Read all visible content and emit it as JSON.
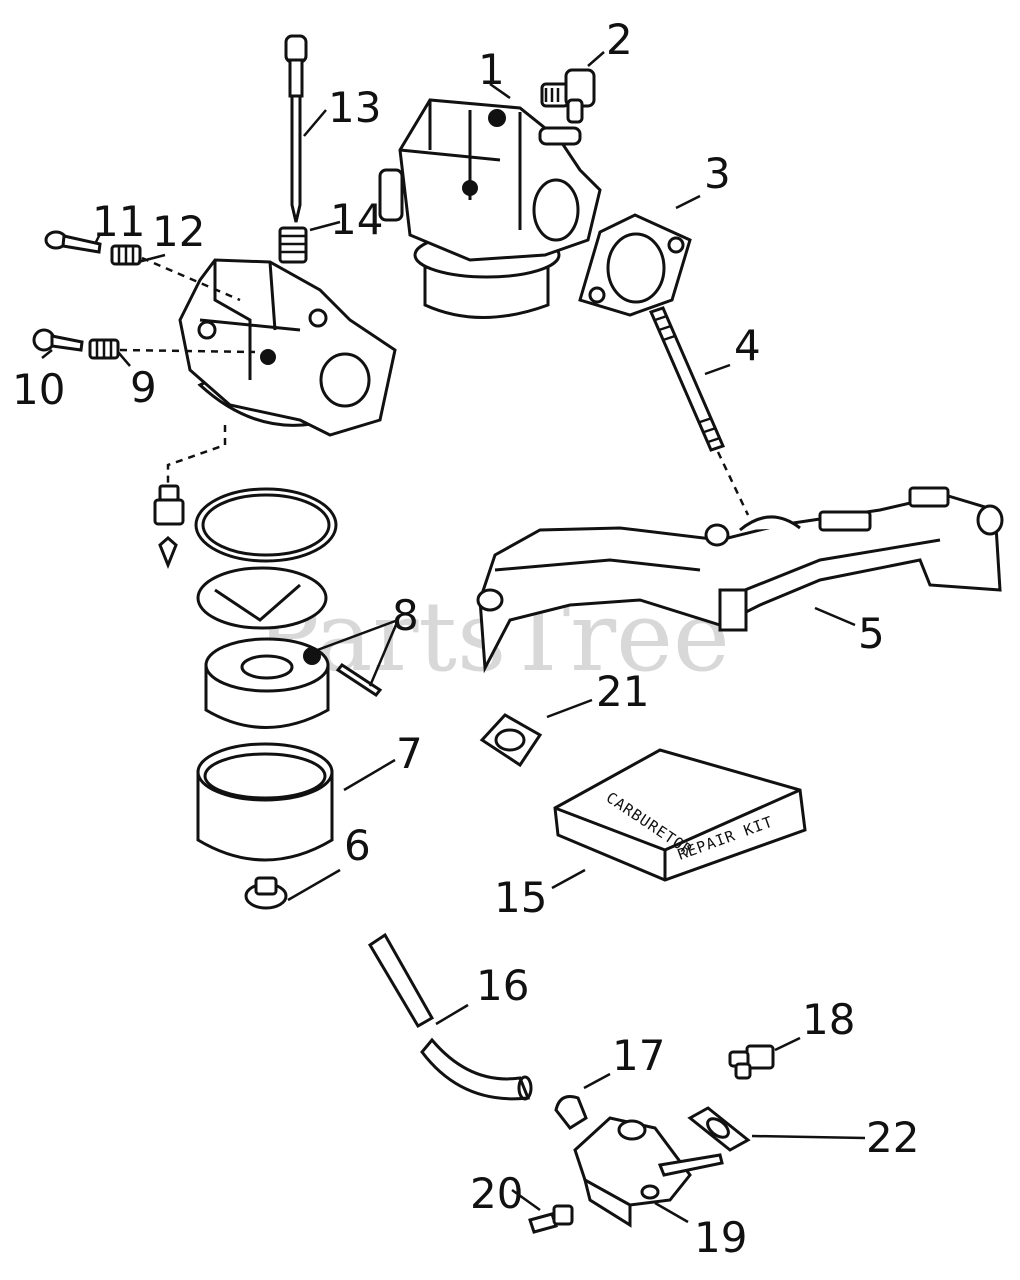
{
  "watermark": "PartsTree",
  "repair_kit": {
    "line1": "CARBURETOR",
    "line2": "REPAIR KIT"
  },
  "callouts": [
    {
      "id": "c1",
      "label": "1"
    },
    {
      "id": "c2",
      "label": "2"
    },
    {
      "id": "c3",
      "label": "3"
    },
    {
      "id": "c4",
      "label": "4"
    },
    {
      "id": "c5",
      "label": "5"
    },
    {
      "id": "c6",
      "label": "6"
    },
    {
      "id": "c7",
      "label": "7"
    },
    {
      "id": "c8",
      "label": "8"
    },
    {
      "id": "c9",
      "label": "9"
    },
    {
      "id": "c10",
      "label": "10"
    },
    {
      "id": "c11",
      "label": "11"
    },
    {
      "id": "c12",
      "label": "12"
    },
    {
      "id": "c13",
      "label": "13"
    },
    {
      "id": "c14",
      "label": "14"
    },
    {
      "id": "c15",
      "label": "15"
    },
    {
      "id": "c16",
      "label": "16"
    },
    {
      "id": "c17",
      "label": "17"
    },
    {
      "id": "c18",
      "label": "18"
    },
    {
      "id": "c19",
      "label": "19"
    },
    {
      "id": "c20",
      "label": "20"
    },
    {
      "id": "c21",
      "label": "21"
    },
    {
      "id": "c22",
      "label": "22"
    }
  ]
}
